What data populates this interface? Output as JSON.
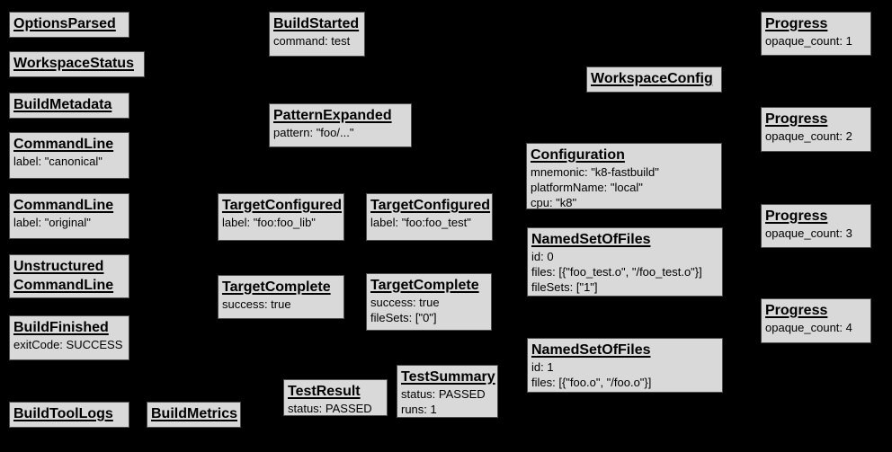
{
  "colors": {
    "background": "#000000",
    "node_fill": "#d9d9d9",
    "node_border": "#4d4d4d",
    "text": "#000000"
  },
  "nodes": {
    "options_parsed": {
      "title": "OptionsParsed"
    },
    "workspace_status": {
      "title": "WorkspaceStatus"
    },
    "build_metadata": {
      "title": "BuildMetadata"
    },
    "command_line_canonical": {
      "title": "CommandLine",
      "lines": [
        "label: \"canonical\""
      ]
    },
    "command_line_original": {
      "title": "CommandLine",
      "lines": [
        "label: \"original\""
      ]
    },
    "unstructured_command_line": {
      "title": "Unstructured",
      "title2": "CommandLine"
    },
    "build_finished": {
      "title": "BuildFinished",
      "lines": [
        "exitCode: SUCCESS"
      ]
    },
    "build_tool_logs": {
      "title": "BuildToolLogs"
    },
    "build_metrics": {
      "title": "BuildMetrics"
    },
    "build_started": {
      "title": "BuildStarted",
      "lines": [
        "command: test"
      ]
    },
    "pattern_expanded": {
      "title": "PatternExpanded",
      "lines": [
        "pattern: \"foo/...\""
      ]
    },
    "target_configured_lib": {
      "title": "TargetConfigured",
      "lines": [
        "label: \"foo:foo_lib\""
      ]
    },
    "target_configured_test": {
      "title": "TargetConfigured",
      "lines": [
        "label: \"foo:foo_test\""
      ]
    },
    "target_complete_lib": {
      "title": "TargetComplete",
      "lines": [
        "success: true"
      ]
    },
    "target_complete_test": {
      "title": "TargetComplete",
      "lines": [
        "success: true",
        "fileSets: [\"0\"]"
      ]
    },
    "test_result": {
      "title": "TestResult",
      "lines": [
        "status: PASSED"
      ]
    },
    "test_summary": {
      "title": "TestSummary",
      "lines": [
        "status: PASSED",
        "runs: 1"
      ]
    },
    "workspace_config": {
      "title": "WorkspaceConfig"
    },
    "configuration": {
      "title": "Configuration",
      "lines": [
        "mnemonic: \"k8-fastbuild\"",
        "platformName: \"local\"",
        "cpu: \"k8\""
      ]
    },
    "named_set_of_files_0": {
      "title": "NamedSetOfFiles",
      "lines": [
        "id: 0",
        "files: [{\"foo_test.o\", \"/foo_test.o\"}]",
        "fileSets: [\"1\"]"
      ]
    },
    "named_set_of_files_1": {
      "title": "NamedSetOfFiles",
      "lines": [
        "id: 1",
        "files: [{\"foo.o\", \"/foo.o\"}]"
      ]
    },
    "progress_1": {
      "title": "Progress",
      "lines": [
        "opaque_count: 1"
      ]
    },
    "progress_2": {
      "title": "Progress",
      "lines": [
        "opaque_count: 2"
      ]
    },
    "progress_3": {
      "title": "Progress",
      "lines": [
        "opaque_count: 3"
      ]
    },
    "progress_4": {
      "title": "Progress",
      "lines": [
        "opaque_count: 4"
      ]
    }
  }
}
